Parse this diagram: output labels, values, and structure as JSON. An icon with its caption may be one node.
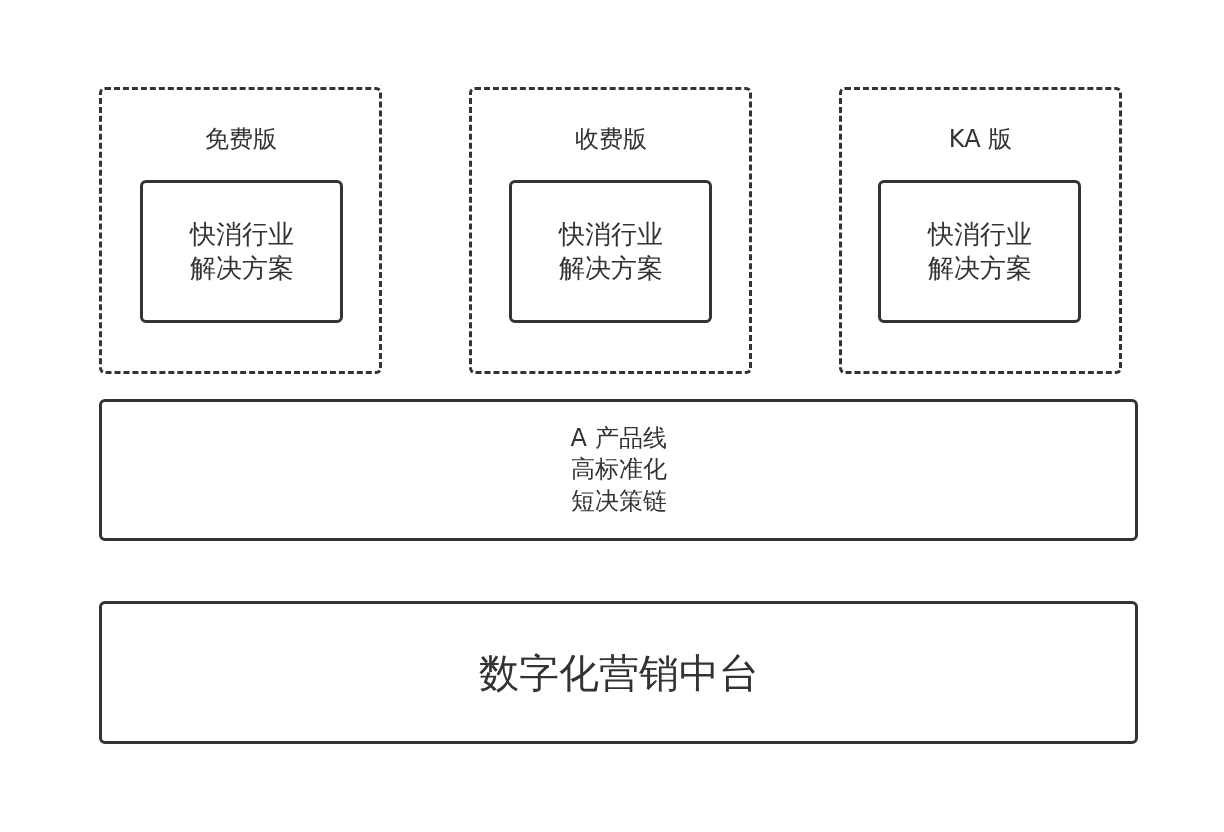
{
  "diagram": {
    "nodes": [
      {
        "text": [
          "免费版"
        ]
      },
      {
        "text": [
          "快消行业解决方案"
        ],
        "in": 0
      },
      {
        "text": [
          "收费版"
        ]
      },
      {
        "text": [
          "快消行业解决方案"
        ],
        "in": 2
      },
      {
        "text": [
          "KA 版"
        ]
      },
      {
        "text": [
          "快消行业解决方案"
        ],
        "in": 4
      },
      {
        "text": [
          "A 产品线",
          "高标准化",
          "短决策链"
        ]
      },
      {
        "text": [
          "数字化营销中台"
        ]
      }
    ]
  }
}
